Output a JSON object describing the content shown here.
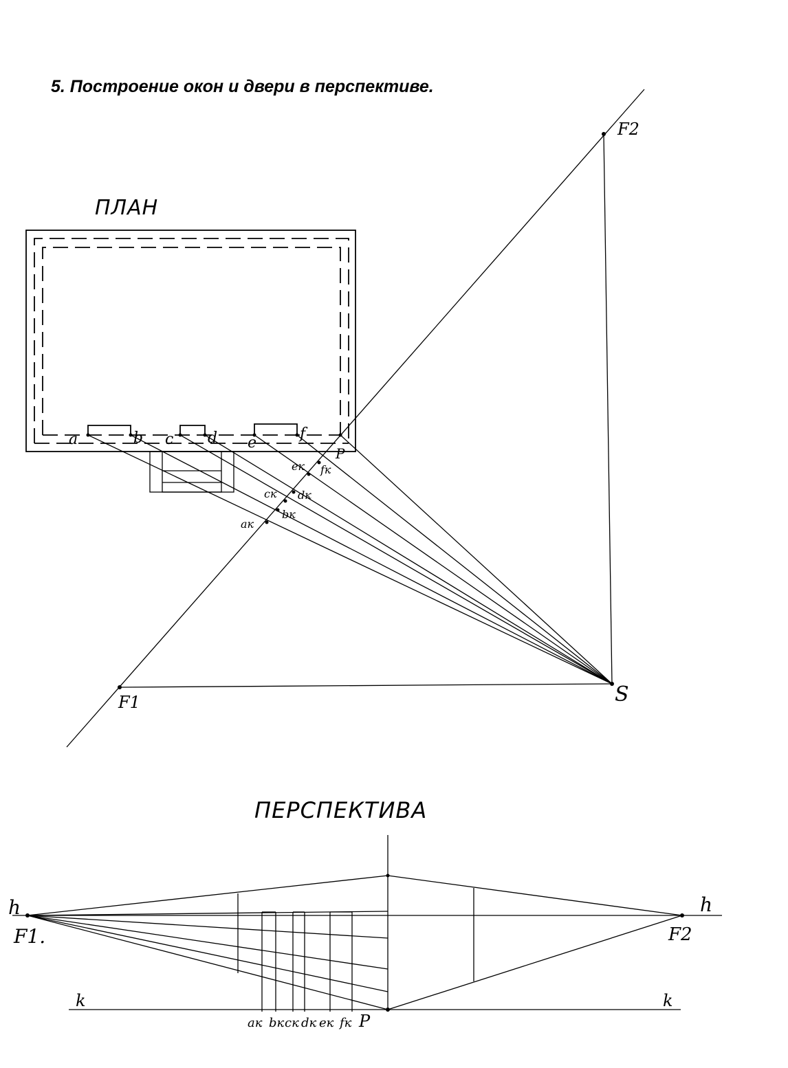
{
  "title": "5. Построение окон и двери в перспективе.",
  "plan": {
    "caption": "ПЛАН",
    "points": {
      "a": "a",
      "b": "b",
      "c": "c",
      "d": "d",
      "e": "e",
      "f": "f",
      "P": "P"
    },
    "picture_points": {
      "ak": "aк",
      "bk": "bк",
      "ck": "cк",
      "dk": "dк",
      "ek": "eк",
      "fk": "fк"
    },
    "F1": "F1",
    "F2": "F2",
    "S": "S"
  },
  "perspective": {
    "caption": "ПЕРСПЕКТИВА",
    "horizon_left": "h",
    "horizon_right": "h",
    "base_left": "k",
    "base_right": "k",
    "F1": "F1.",
    "F2": "F2",
    "bottom_labels": [
      "aк",
      "bк",
      "cк",
      "dк",
      "eк",
      "fк",
      "P"
    ]
  }
}
